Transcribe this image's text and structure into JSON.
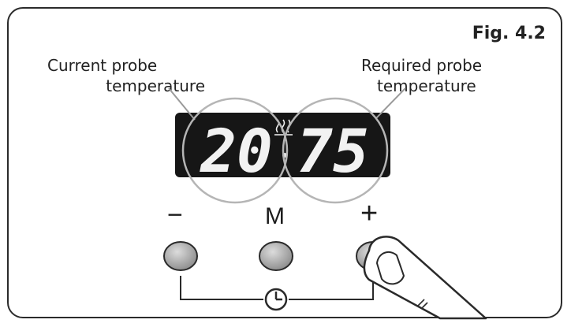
{
  "figure_label": "Fig. 4.2",
  "labels": {
    "current_line1": "Current probe",
    "current_line2": "temperature",
    "required_line1": "Required probe",
    "required_line2": "temperature"
  },
  "display": {
    "current_value": "20",
    "required_value": "75",
    "separator_icon": "steam-icon"
  },
  "buttons": {
    "minus_label": "−",
    "mode_label": "M",
    "plus_label": "+"
  },
  "clock_icon": "clock-icon",
  "colors": {
    "display_bg": "#161616",
    "digit": "#f2f2f2",
    "button": "#a8a8a8"
  }
}
